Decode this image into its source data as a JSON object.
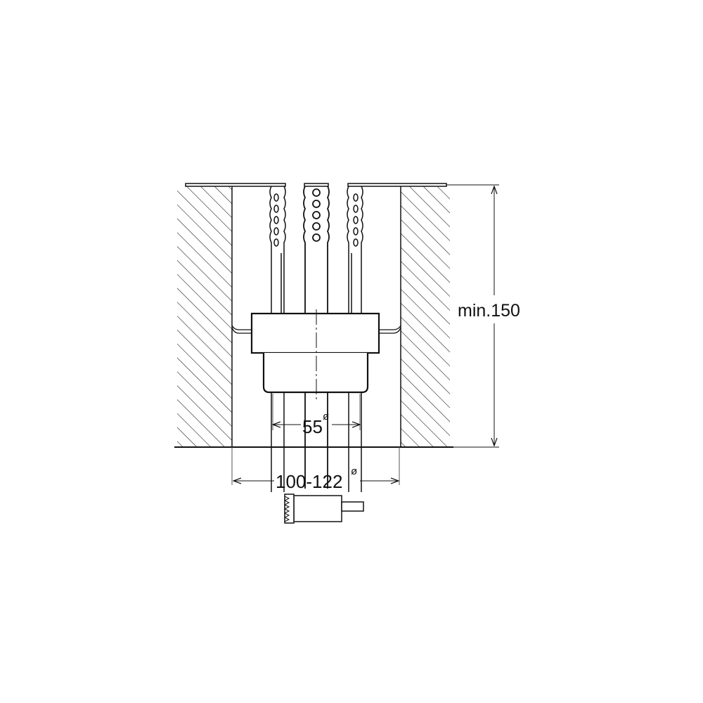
{
  "dimensions": {
    "depth_label": "min.150",
    "hole_diameter_label": "100-122",
    "body_diameter_label": "55",
    "diameter_symbol": "ø"
  },
  "colors": {
    "line": "#111111",
    "background": "#ffffff"
  }
}
